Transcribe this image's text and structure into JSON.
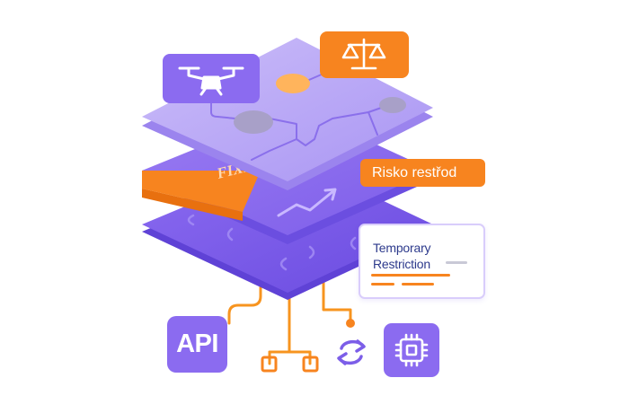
{
  "layers": {
    "top_layer_color": "#b8a8f5",
    "middle_layer_color": "#8f6ff0",
    "bottom_layer_color": "#7a5ae8",
    "accent_orange": "#f7841f",
    "node_gray": "#a8a0c8"
  },
  "icons": {
    "drone": "drone-icon",
    "scales": "scales-of-justice-icon",
    "trend": "trend-arrow-icon",
    "hierarchy": "hierarchy-icon",
    "sync": "sync-icon",
    "chip": "chip-icon"
  },
  "band_text": "FIXI",
  "risk_tag": "Risko restřod",
  "card": {
    "line1": "Temporary",
    "line2": "Restriction"
  },
  "api_label": "API"
}
